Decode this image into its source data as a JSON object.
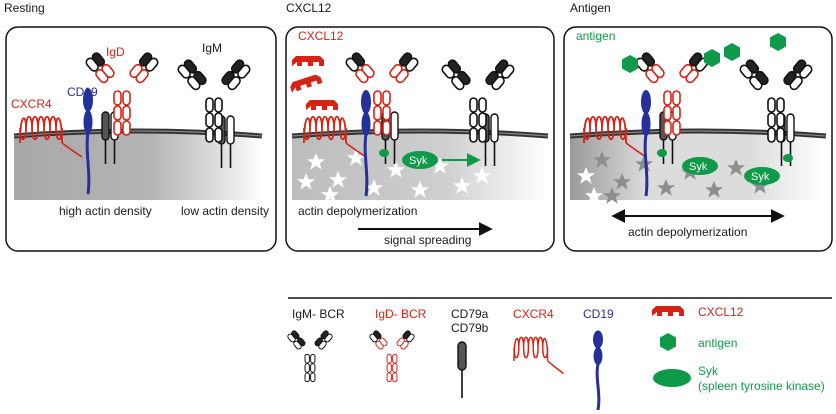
{
  "panels": {
    "resting": {
      "title": "Resting",
      "labels": {
        "igd": "IgD",
        "igm": "IgM",
        "cd19": "CD19",
        "cxcr4": "CXCR4",
        "high_actin": "high actin density",
        "low_actin": "low actin density"
      }
    },
    "cxcl12": {
      "title": "CXCL12",
      "labels": {
        "cxcl12": "CXCL12",
        "syk": "Syk",
        "actin_depoly": "actin depolymerization",
        "signal_spreading": "signal spreading"
      }
    },
    "antigen": {
      "title": "Antigen",
      "labels": {
        "antigen": "antigen",
        "syk_1": "Syk",
        "syk_2": "Syk",
        "actin_depoly": "actin depolymerization"
      }
    }
  },
  "legend": {
    "igm_bcr": "IgM- BCR",
    "igd_bcr": "IgD- BCR",
    "cd79a": "CD79a",
    "cd79b": "CD79b",
    "cxcr4": "CXCR4",
    "cd19": "CD19",
    "cxcl12": "CXCL12",
    "antigen": "antigen",
    "syk": "Syk",
    "syk_full": "(spleen tyrosine kinase)"
  },
  "colors": {
    "igd_red": "#d62316",
    "cd19_blue": "#26309a",
    "antigen_green": "#0e9a48",
    "membrane": "#333333",
    "actin_gray": "#9a9a9a"
  }
}
